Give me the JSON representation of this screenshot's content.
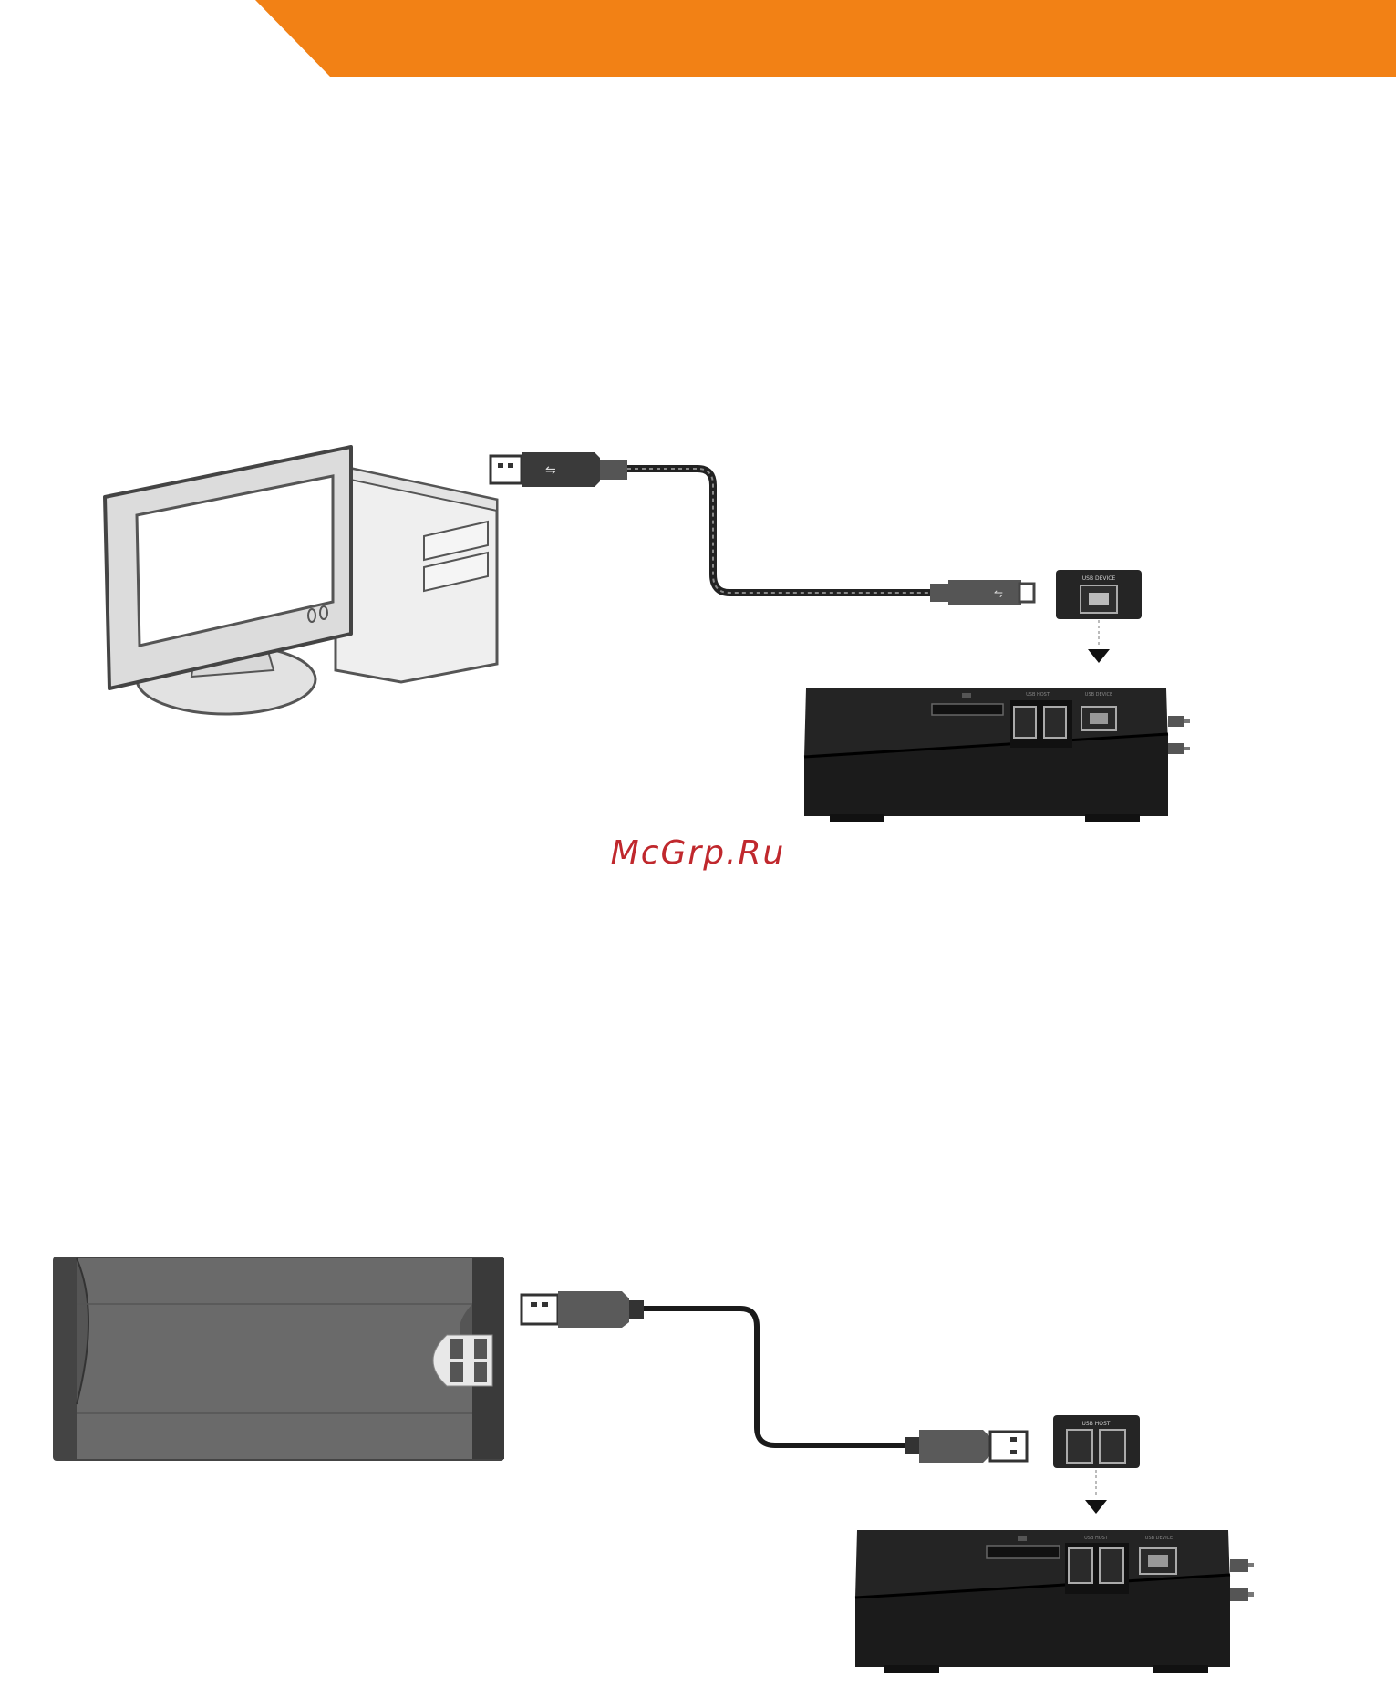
{
  "colors": {
    "header_band": "#f28115",
    "device_body": "#222222",
    "watermark": "#c0282d"
  },
  "watermark": "McGrp.Ru",
  "labels": {
    "usb_device": "USB DEVICE",
    "usb_host": "USB HOST"
  },
  "figure1": {
    "source": "computer-icon",
    "cable": "usb-a-to-b-cable",
    "target_port": "usb-device-port"
  },
  "figure2": {
    "source": "external-hard-drive-icon",
    "cable": "usb-a-cable",
    "target_port": "usb-host-ports"
  }
}
